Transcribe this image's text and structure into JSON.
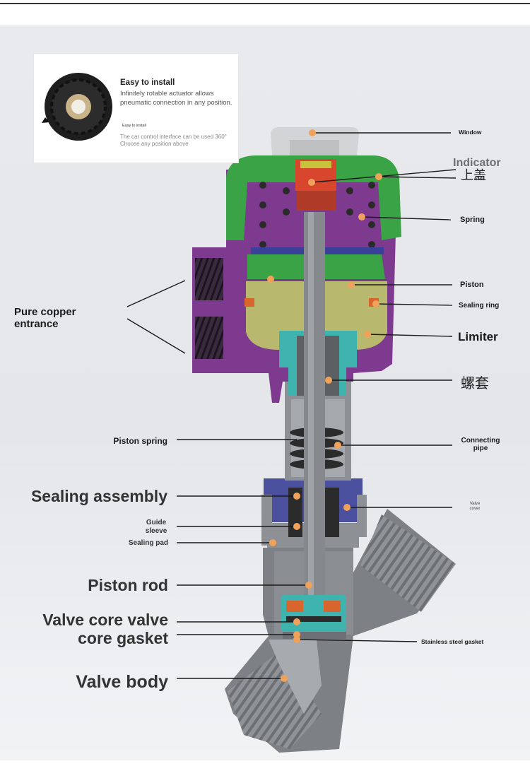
{
  "inset": {
    "title": "Easy to install",
    "desc": "Infinitely rotable actuator allows pneumatic connection in any position.",
    "small": "Easy to install",
    "note": "The car control interface can be used 360° Choose any position above"
  },
  "labels": {
    "window": "Window",
    "indicator": "Indicator",
    "cover_zh": "上盖",
    "cover": "cover",
    "spring": "Spring",
    "piston": "Piston",
    "sealing_ring": "Sealing ring",
    "limiter": "Limiter",
    "nut_zh": "螺套",
    "pure_copper": "Pure copper",
    "entrance": "entrance",
    "piston_spring": "Piston spring",
    "connecting": "Connecting",
    "pipe": "pipe",
    "sealing_assembly": "Sealing assembly",
    "valve_cover_1": "Valve",
    "valve_cover_2": "cover",
    "guide": "Guide",
    "sleeve": "sleeve",
    "sealing_pad": "Sealing pad",
    "piston_rod": "Piston rod",
    "valve_core_1": "Valve core valve",
    "valve_core_2": "core gasket",
    "stainless_gasket": "Stainless steel gasket",
    "valve_body": "Valve body"
  },
  "colors": {
    "green": "#3aa346",
    "purple": "#7d3a8e",
    "khaki": "#b8b86e",
    "red": "#d8462e",
    "teal": "#3fb3ad",
    "blue": "#4a4f9e",
    "grey": "#8d9095",
    "dot": "#f0a25a"
  }
}
